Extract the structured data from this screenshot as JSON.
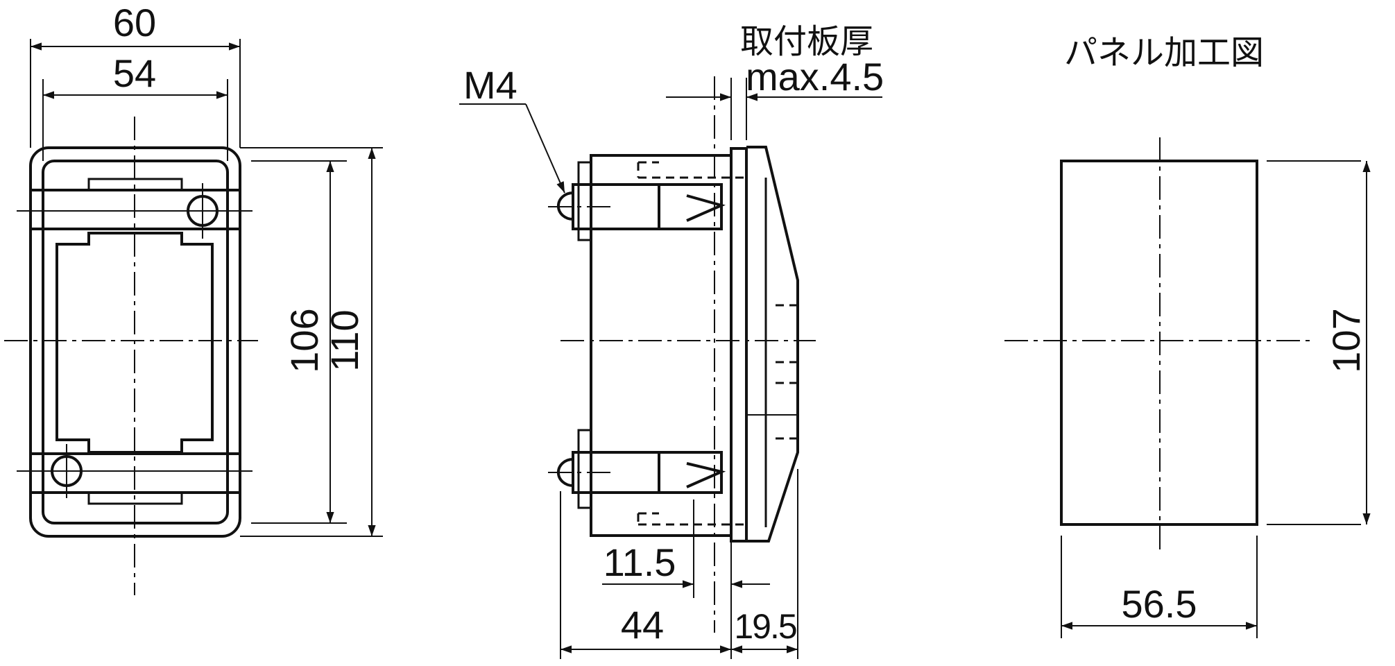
{
  "front_view": {
    "width_outer": "60",
    "width_inner": "54",
    "height_inner": "106",
    "height_outer": "110"
  },
  "side_view": {
    "screw_label": "M4",
    "panel_thickness_title": "取付板厚",
    "panel_thickness_value": "max.4.5",
    "dim_terminal": "11.5",
    "dim_body_depth": "44",
    "dim_front_depth": "19.5"
  },
  "panel_cutout": {
    "title": "パネル加工図",
    "height": "107",
    "width": "56.5"
  },
  "colors": {
    "line": "#111111",
    "background": "#ffffff"
  }
}
